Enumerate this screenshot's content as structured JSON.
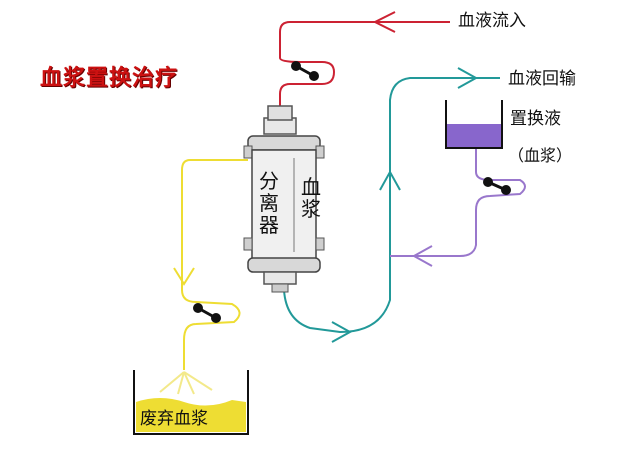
{
  "title": "血浆置换治疗",
  "labels": {
    "blood_in": "血液流入",
    "blood_return": "血液回输",
    "replacement_fluid": "置换液",
    "plasma_paren": "（血浆）",
    "waste_plasma": "废弃血浆",
    "separator": "分离器",
    "plasma": "血浆"
  },
  "colors": {
    "blood_line": "#cc2233",
    "return_line": "#229999",
    "plasma_line": "#eedd33",
    "replacement_line": "#9977cc",
    "replacement_fluid": "#8866cc",
    "waste_fill": "#eedd33",
    "title": "#cc1111"
  }
}
